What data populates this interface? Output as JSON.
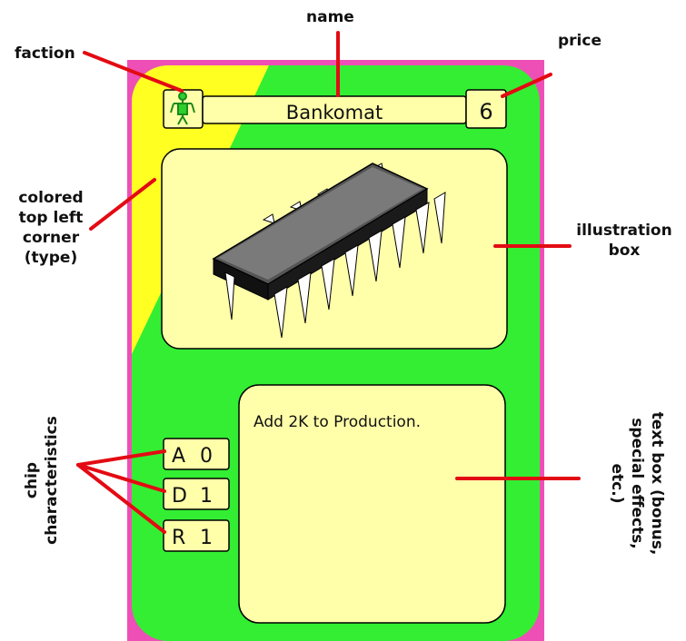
{
  "card": {
    "name": "Bankomat",
    "price": "6",
    "text": "Add 2K to Production.",
    "stats": [
      {
        "label": "A",
        "value": "0"
      },
      {
        "label": "D",
        "value": "1"
      },
      {
        "label": "R",
        "value": "1"
      }
    ]
  },
  "annotations": {
    "name": "name",
    "faction": "faction",
    "price": "price",
    "corner_lines": [
      "colored",
      "top left",
      "corner",
      "(type)"
    ],
    "illustration_lines": [
      "illustration",
      "box"
    ],
    "chip_lines": [
      "chip",
      "characteristics"
    ],
    "textbox_lines": [
      "text box (bonus,",
      "special effects,",
      "etc.)"
    ]
  },
  "colors": {
    "border": "#ee4fb6",
    "card_green": "#33ee33",
    "corner_yellow": "#ffff22",
    "panel": "#ffffaa",
    "arrow": "#e30b13"
  },
  "icons": [
    "faction-figure-icon",
    "chip-illustration"
  ]
}
